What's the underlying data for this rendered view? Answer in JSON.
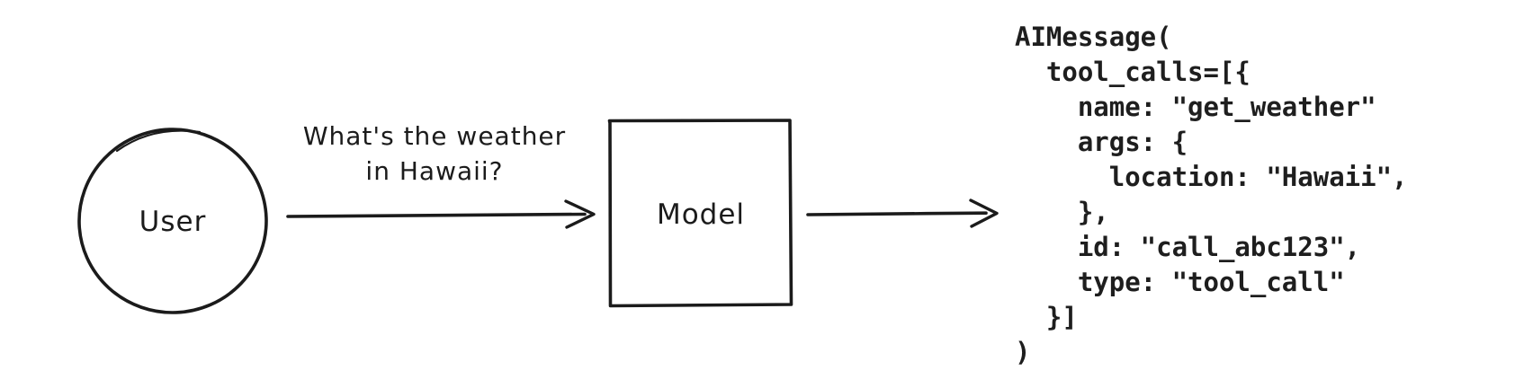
{
  "diagram": {
    "colors": {
      "ink": "#1b1b1b",
      "background": "#ffffff"
    },
    "user_node": {
      "label": "User",
      "shape": "circle"
    },
    "model_node": {
      "label": "Model",
      "shape": "rectangle"
    },
    "request_arrow": {
      "label_line1": "What's the weather",
      "label_line2": "in Hawaii?"
    },
    "output_code": {
      "lines": [
        "AIMessage(",
        "  tool_calls=[{",
        "    name: \"get_weather\"",
        "    args: {",
        "      location: \"Hawaii\",",
        "    },",
        "    id: \"call_abc123\",",
        "    type: \"tool_call\"",
        "  }]",
        ")"
      ]
    }
  }
}
